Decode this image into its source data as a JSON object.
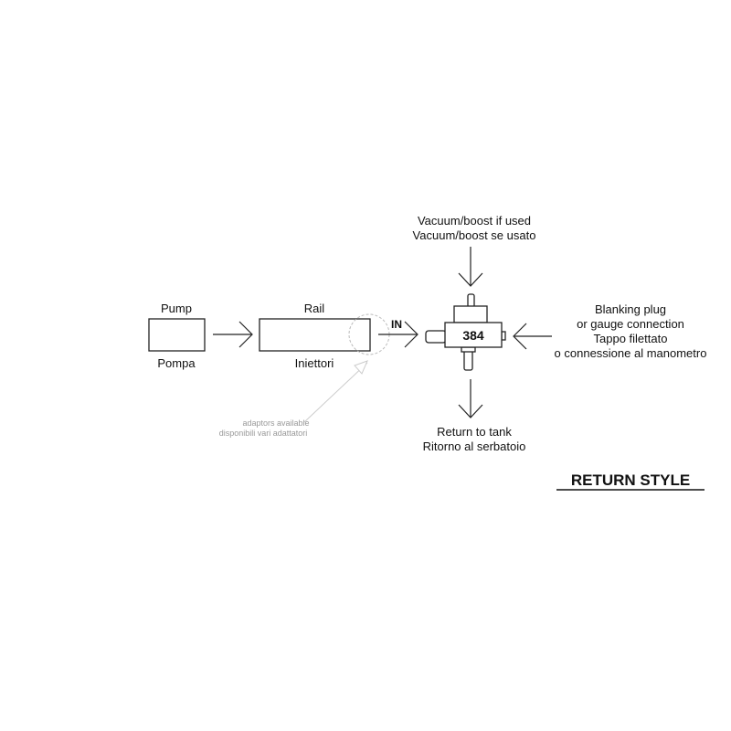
{
  "diagram": {
    "title": "RETURN STYLE",
    "pump": {
      "label_en": "Pump",
      "label_it": "Pompa"
    },
    "rail": {
      "label_en": "Rail",
      "label_it": "Iniettori"
    },
    "inlet_label": "IN",
    "regulator_label": "384",
    "adaptors": {
      "line1": "adaptors available",
      "line2": "disponibili vari adattatori"
    },
    "vacuum": {
      "line1": "Vacuum/boost if used",
      "line2": "Vacuum/boost se usato"
    },
    "blanking": {
      "line1": "Blanking plug",
      "line2": "or gauge connection",
      "line3": "Tappo filettato",
      "line4": "o connessione al manometro"
    },
    "return": {
      "line1": "Return to tank",
      "line2": "Ritorno al serbatoio"
    }
  }
}
